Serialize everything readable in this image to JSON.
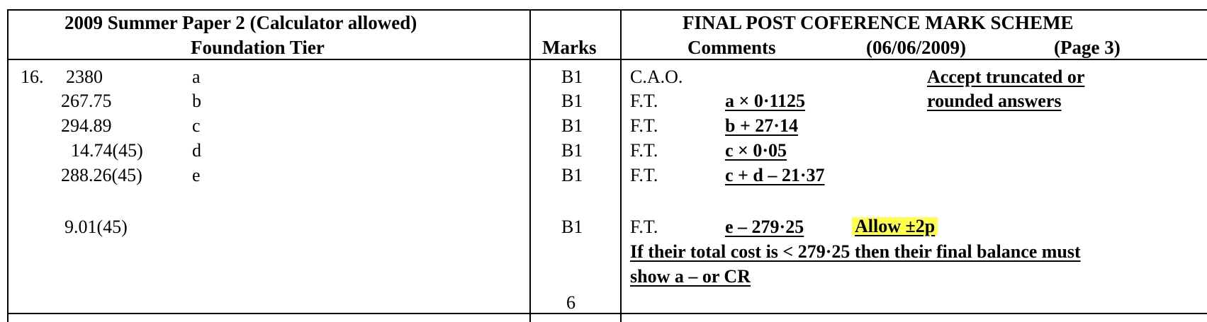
{
  "header": {
    "left_line1": "2009 Summer Paper 2 (Calculator allowed)",
    "left_line2": "Foundation Tier",
    "marks_label": "Marks",
    "right_title": "FINAL POST COFERENCE MARK SCHEME",
    "comments_label": "Comments",
    "date": "(06/06/2009)",
    "page": "(Page 3)"
  },
  "question_number": "16.",
  "answers": [
    {
      "value": "2380",
      "letter": "a"
    },
    {
      "value": "267.75",
      "letter": "b"
    },
    {
      "value": "294.89",
      "letter": "c"
    },
    {
      "value": "14.74(45)",
      "letter": "d"
    },
    {
      "value": "288.26(45)",
      "letter": "e"
    },
    {
      "value": "9.01(45)",
      "letter": ""
    }
  ],
  "marks": [
    "B1",
    "B1",
    "B1",
    "B1",
    "B1",
    "B1"
  ],
  "marks_total": "6",
  "comments": [
    {
      "code": "C.A.O.",
      "formula": ""
    },
    {
      "code": "F.T.",
      "formula": "a × 0·1125"
    },
    {
      "code": "F.T.",
      "formula": "b + 27·14"
    },
    {
      "code": "F.T.",
      "formula": "c × 0·05"
    },
    {
      "code": "F.T.",
      "formula": "c + d – 21·37"
    },
    {
      "code": "F.T.",
      "formula": "e – 279·25"
    }
  ],
  "accept_note_line1": "Accept truncated or",
  "accept_note_line2": "rounded answers",
  "allow_note": "Allow ±2p",
  "final_note_line1": "If their total cost is < 279·25 then their final balance must",
  "final_note_line2": "show a – or CR"
}
